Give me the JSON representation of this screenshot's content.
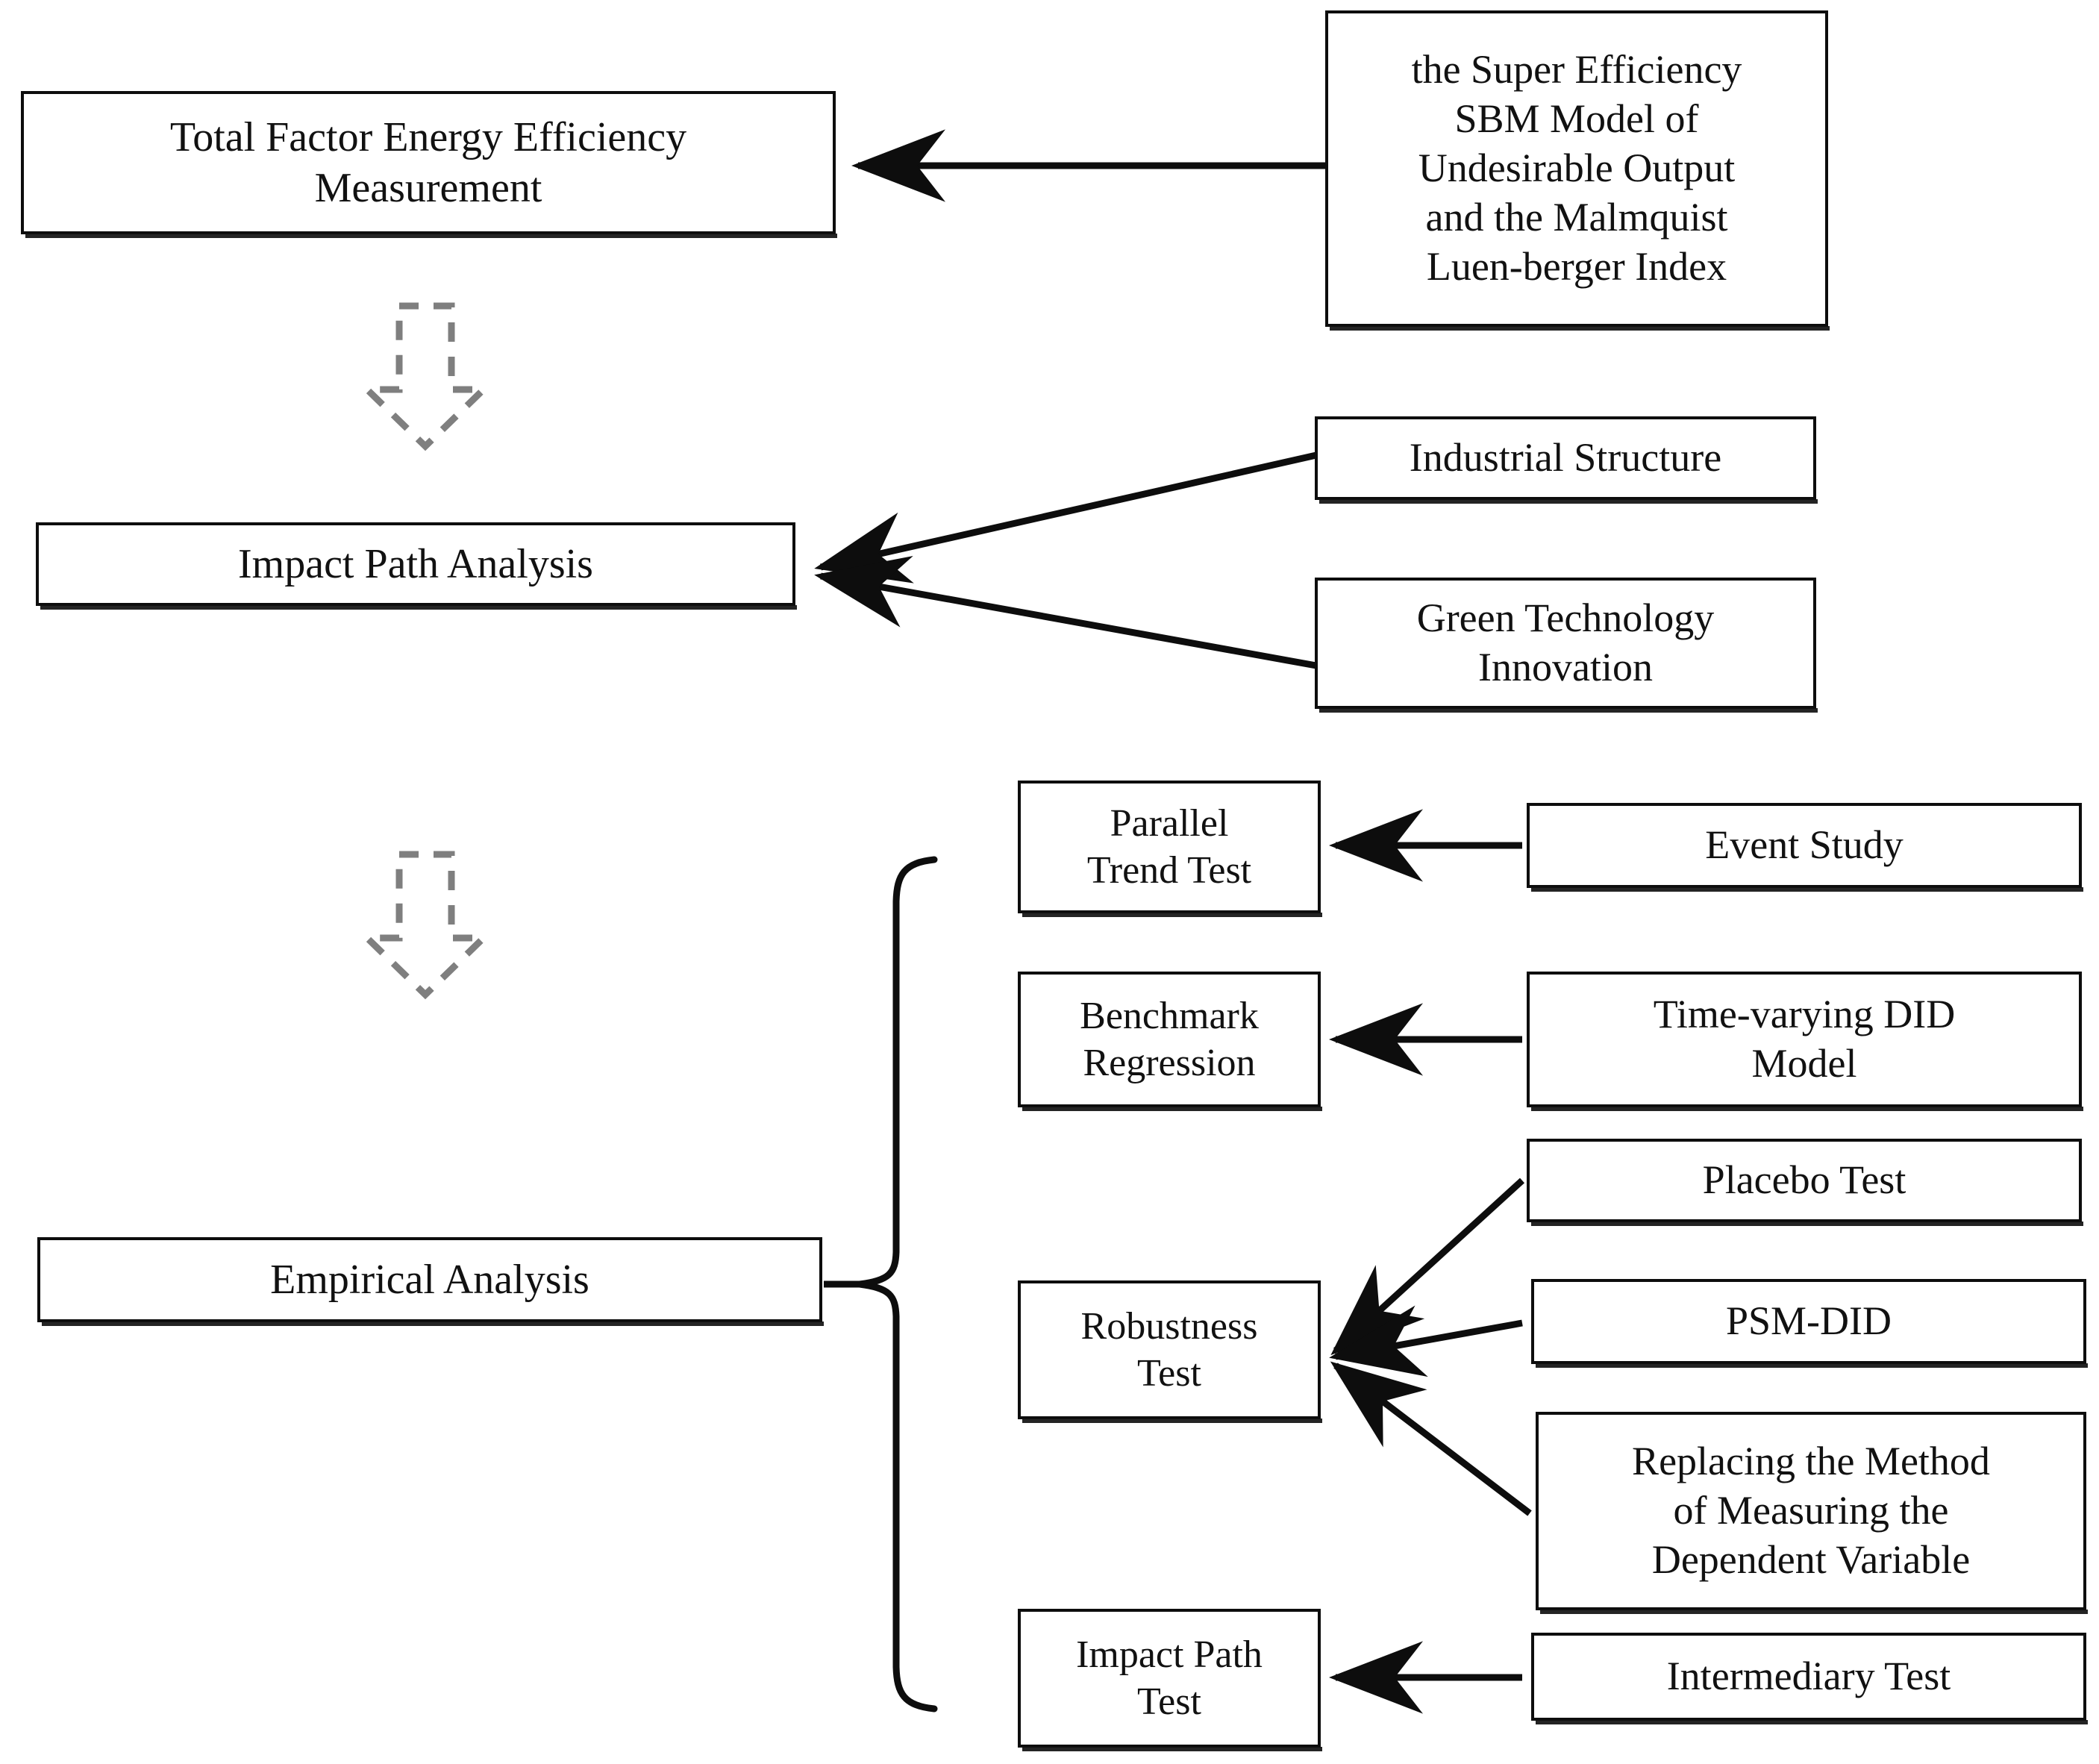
{
  "diagram": {
    "title": "Research Framework Flowchart",
    "type": "flowchart",
    "colors": {
      "stroke": "#0d0d0d",
      "text": "#111111",
      "background": "#ffffff",
      "dashed_arrow": "#7f7f7f"
    },
    "nodes": {
      "total_factor_energy_efficiency_measurement": "Total Factor Energy Efficiency\nMeasurement",
      "super_efficiency_sbm_model": "the Super Efficiency\nSBM  Model of\nUndesirable Output\nand the Malmquist\nLuen-berger Index",
      "impact_path_analysis": "Impact Path Analysis",
      "industrial_structure": "Industrial Structure",
      "green_technology_innovation": "Green Technology\nInnovation",
      "empirical_analysis": "Empirical Analysis",
      "parallel_trend_test": "Parallel\nTrend Test",
      "event_study": "Event Study",
      "benchmark_regression": "Benchmark\nRegression",
      "time_varying_did_model": "Time-varying DID\nModel",
      "robustness_test": "Robustness\nTest",
      "placebo_test": "Placebo Test",
      "psm_did": "PSM-DID",
      "replacing_method_dependent_variable": "Replacing the Method\nof Measuring the\nDependent Variable",
      "impact_path_test": "Impact Path\nTest",
      "intermediary_test": "Intermediary Test"
    },
    "connectors": [
      {
        "from": "super_efficiency_sbm_model",
        "to": "total_factor_energy_efficiency_measurement",
        "style": "solid-arrow"
      },
      {
        "from": "total_factor_energy_efficiency_measurement",
        "to": "impact_path_analysis",
        "style": "dashed-block-arrow-down"
      },
      {
        "from": "industrial_structure",
        "to": "impact_path_analysis",
        "style": "solid-arrow"
      },
      {
        "from": "green_technology_innovation",
        "to": "impact_path_analysis",
        "style": "solid-arrow"
      },
      {
        "from": "impact_path_analysis",
        "to": "empirical_analysis",
        "style": "dashed-block-arrow-down"
      },
      {
        "from": "empirical_analysis",
        "to": "parallel_trend_test,benchmark_regression,robustness_test,impact_path_test",
        "style": "curly-brace"
      },
      {
        "from": "event_study",
        "to": "parallel_trend_test",
        "style": "solid-arrow"
      },
      {
        "from": "time_varying_did_model",
        "to": "benchmark_regression",
        "style": "solid-arrow"
      },
      {
        "from": "placebo_test",
        "to": "robustness_test",
        "style": "solid-arrow"
      },
      {
        "from": "psm_did",
        "to": "robustness_test",
        "style": "solid-arrow"
      },
      {
        "from": "replacing_method_dependent_variable",
        "to": "robustness_test",
        "style": "solid-arrow"
      },
      {
        "from": "intermediary_test",
        "to": "impact_path_test",
        "style": "solid-arrow"
      }
    ]
  }
}
